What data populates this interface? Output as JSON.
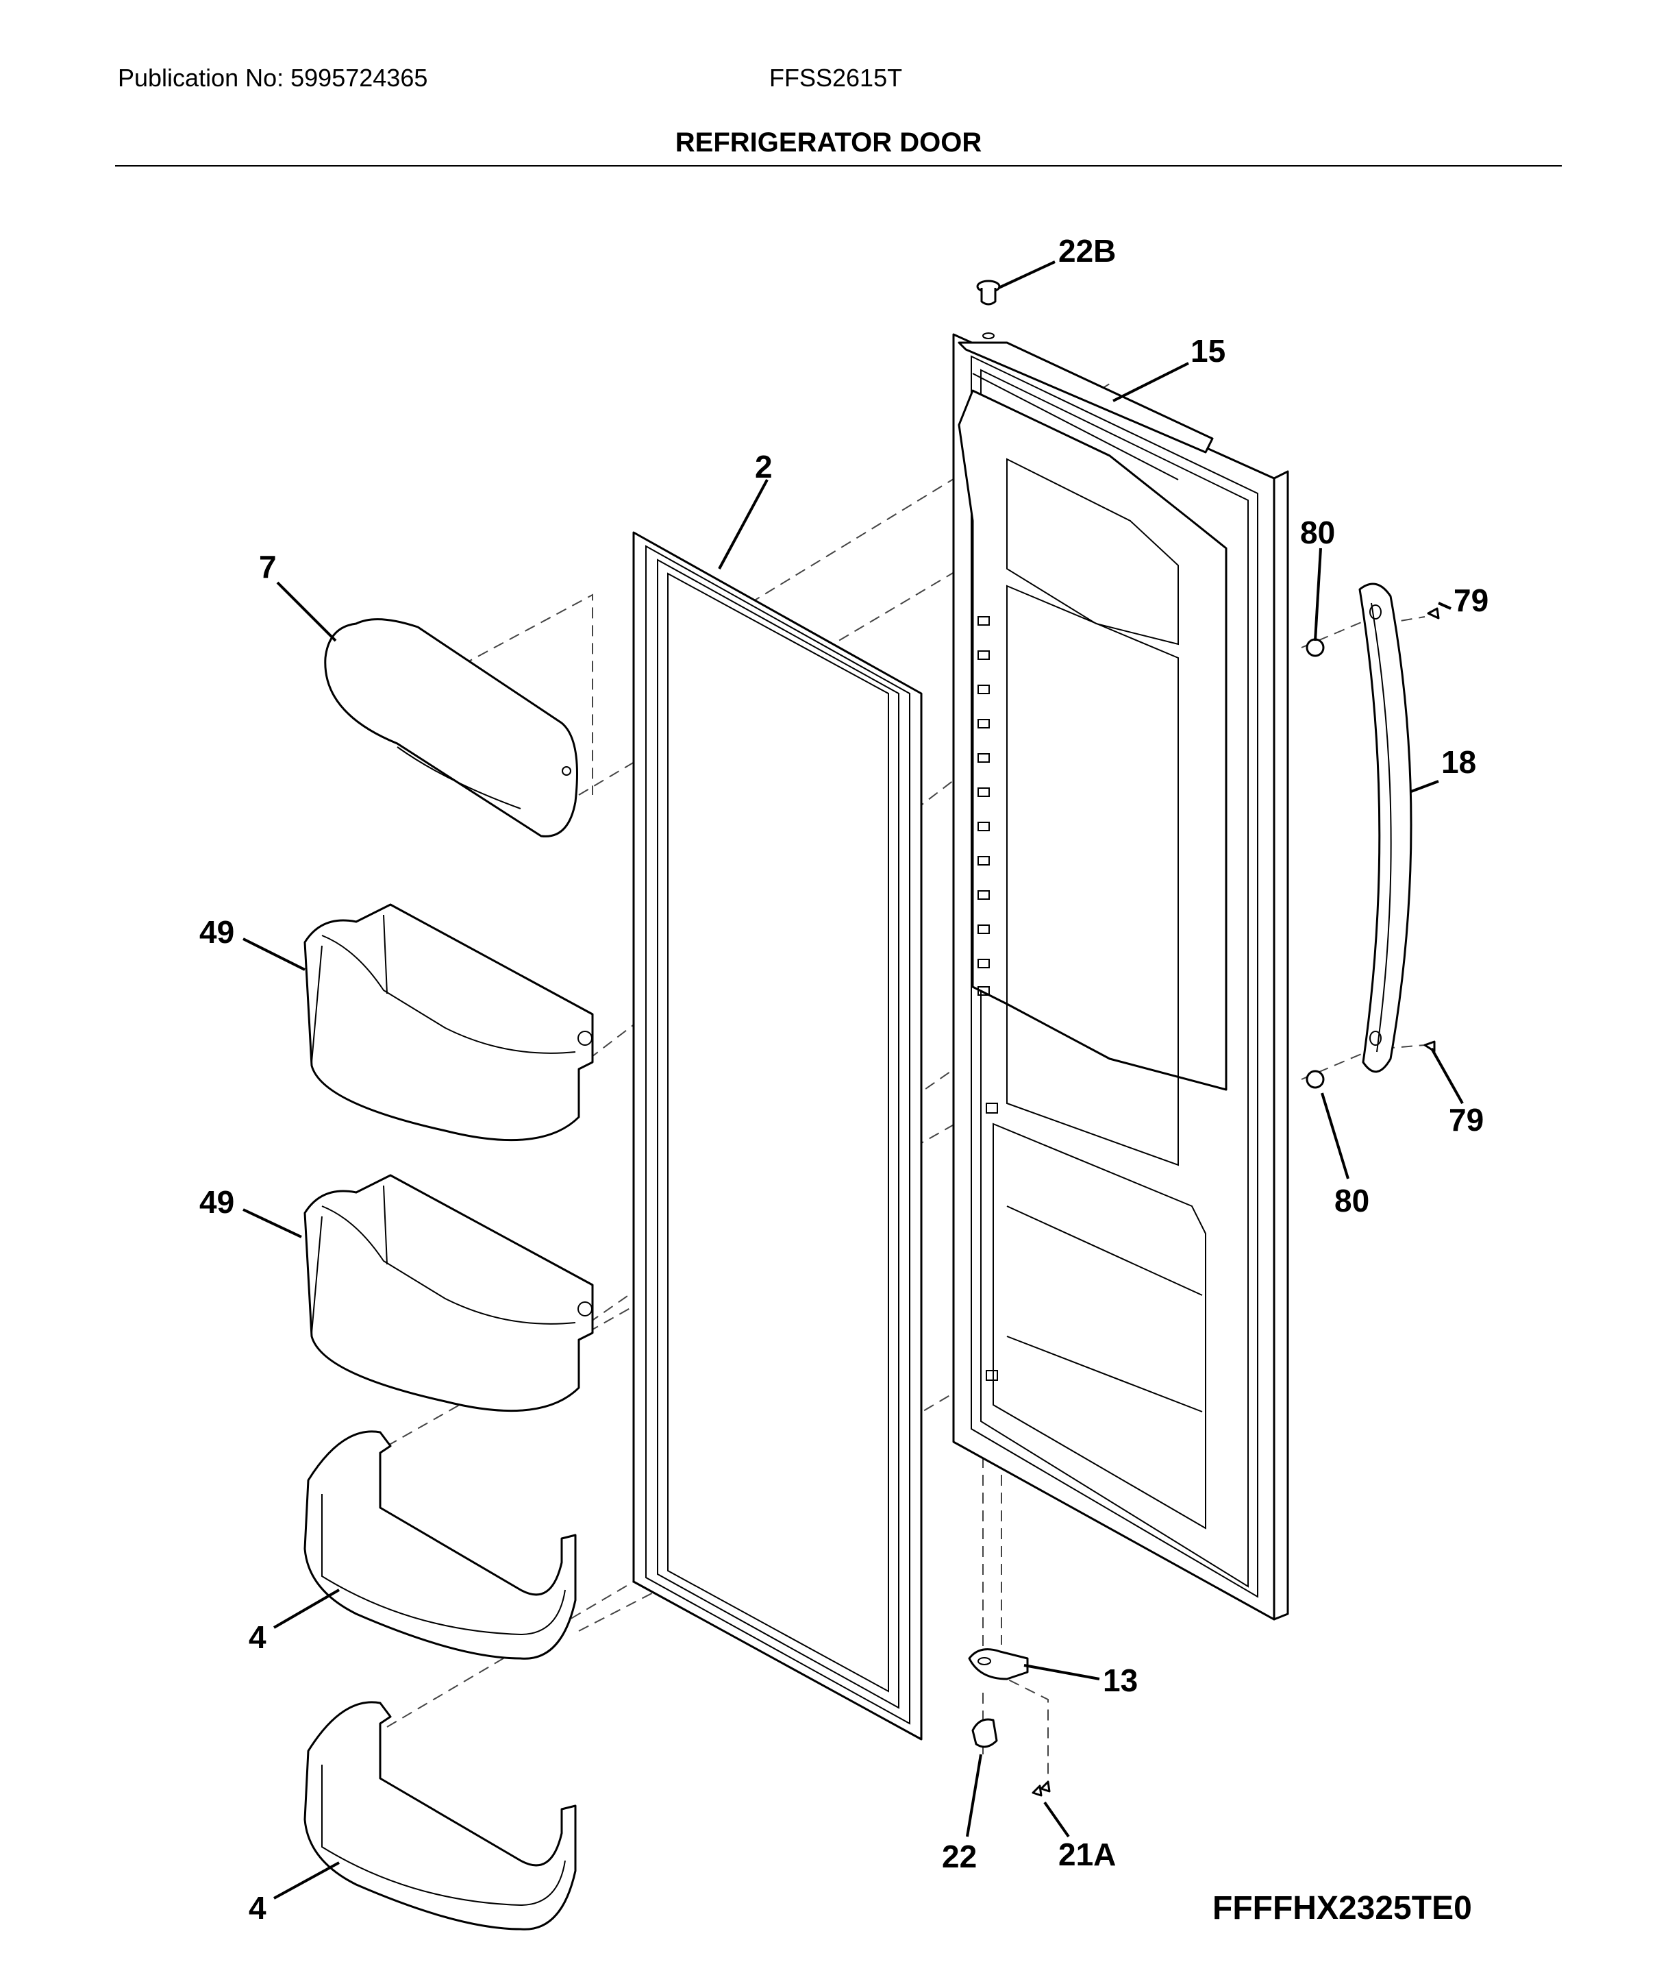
{
  "header": {
    "publication": "Publication No: 5995724365",
    "model": "FFSS2615T",
    "section_title": "REFRIGERATOR DOOR"
  },
  "callouts": {
    "c22B": "22B",
    "c15": "15",
    "c2": "2",
    "c7": "7",
    "c80_top": "80",
    "c79_top": "79",
    "c18": "18",
    "c49_top": "49",
    "c49_bottom": "49",
    "c79_bottom": "79",
    "c80_bottom": "80",
    "c4_top": "4",
    "c13": "13",
    "c22": "22",
    "c21A": "21A",
    "c4_bottom": "4"
  },
  "figure_ref": "FFFFHX2325TE0"
}
